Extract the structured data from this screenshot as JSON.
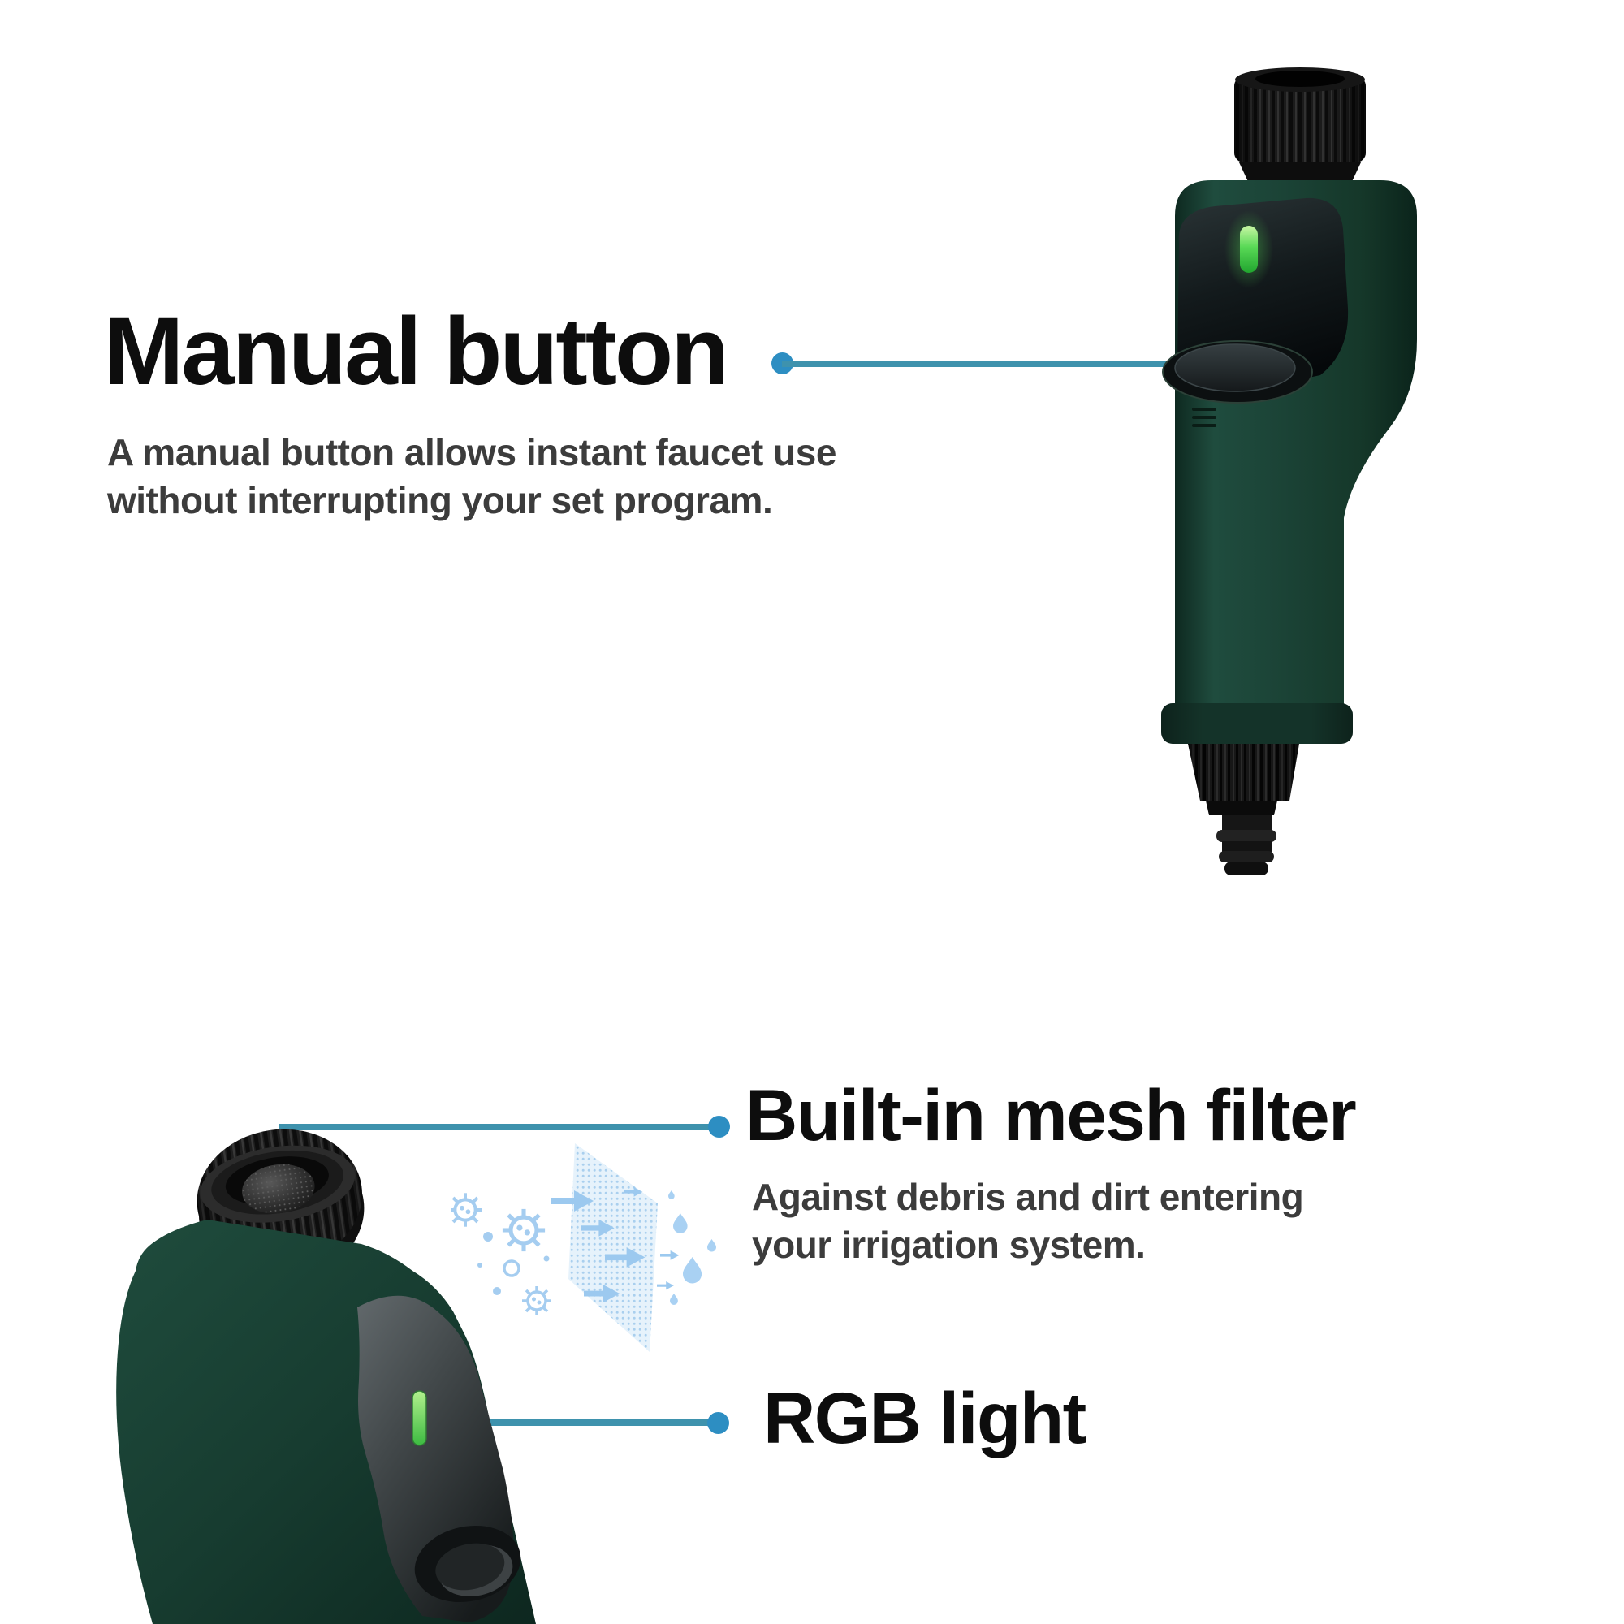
{
  "accent": {
    "callout_line_color": "#3e92ad",
    "callout_dot_color": "#2d8ec2",
    "illustration_blue": "#a5cdf0"
  },
  "product": {
    "body_color": "#17382d",
    "connector_color": "#151515",
    "led_color": "#52d04e"
  },
  "features": [
    {
      "id": "manual_button",
      "title": "Manual button",
      "description_lines": [
        "A manual button allows instant faucet use",
        "without interrupting your set program."
      ]
    },
    {
      "id": "mesh_filter",
      "title": "Built-in mesh filter",
      "description_lines": [
        "Against debris and dirt entering",
        "your irrigation system."
      ]
    },
    {
      "id": "rgb_light",
      "title": "RGB light",
      "description_lines": []
    }
  ]
}
